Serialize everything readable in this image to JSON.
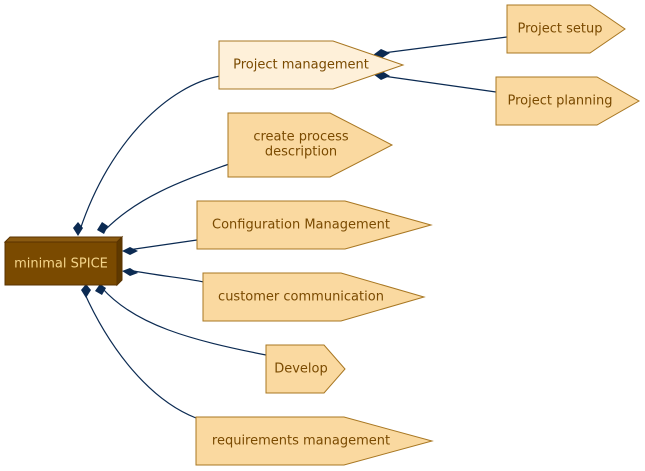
{
  "root": {
    "label": "minimal SPICE",
    "fill": "#7a4a00",
    "text_color": "#f5d58a"
  },
  "colors": {
    "node_fill": "#fad9a0",
    "node_fill_light": "#fef0d9",
    "node_stroke": "#a87722",
    "text": "#7a4a00",
    "edge": "#0b2a52"
  },
  "nodes": {
    "project_management": {
      "label": "Project management"
    },
    "create_process": {
      "lines": [
        "create process",
        "description"
      ]
    },
    "configuration_management": {
      "label": "Configuration Management"
    },
    "customer_communication": {
      "label": "customer communication"
    },
    "develop": {
      "label": "Develop"
    },
    "requirements_management": {
      "label": "requirements management"
    },
    "project_setup": {
      "label": "Project setup"
    },
    "project_planning": {
      "label": "Project planning"
    }
  }
}
